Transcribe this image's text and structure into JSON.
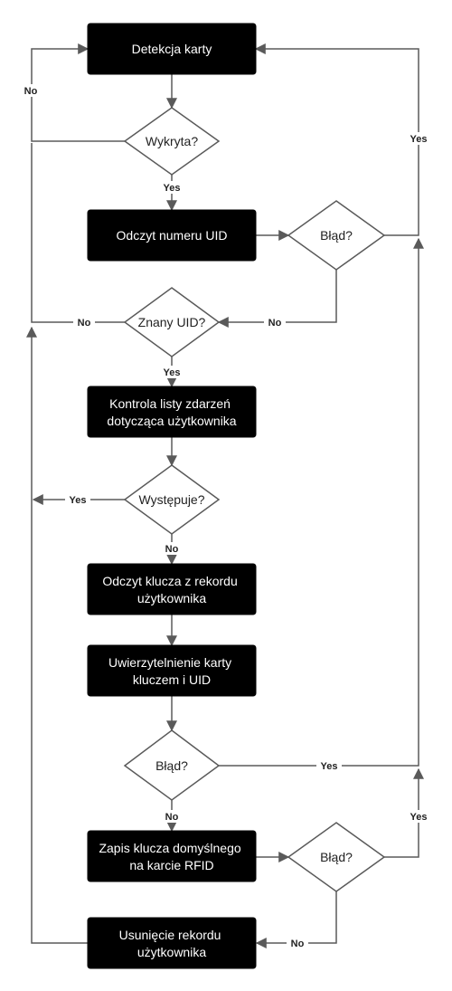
{
  "nodes": {
    "detect_card": {
      "lines": [
        "Detekcja karty"
      ]
    },
    "detected": {
      "lines": [
        "Wykryta?"
      ]
    },
    "read_uid": {
      "lines": [
        "Odczyt numeru UID"
      ]
    },
    "error1": {
      "lines": [
        "Błąd?"
      ]
    },
    "known_uid": {
      "lines": [
        "Znany UID?"
      ]
    },
    "check_events": {
      "lines": [
        "Kontrola listy zdarzeń",
        "dotycząca użytkownika"
      ]
    },
    "occurs": {
      "lines": [
        "Występuje?"
      ]
    },
    "read_key": {
      "lines": [
        "Odczyt klucza z rekordu",
        "użytkownika"
      ]
    },
    "authenticate": {
      "lines": [
        "Uwierzytelnienie karty",
        "kluczem i UID"
      ]
    },
    "error2": {
      "lines": [
        "Błąd?"
      ]
    },
    "write_default_key": {
      "lines": [
        "Zapis klucza domyślnego",
        "na karcie RFID"
      ]
    },
    "error3": {
      "lines": [
        "Błąd?"
      ]
    },
    "delete_record": {
      "lines": [
        "Usunięcie rekordu",
        "użytkownika"
      ]
    }
  },
  "edge_labels": {
    "detected_no": "No",
    "detected_yes": "Yes",
    "error1_yes": "Yes",
    "error1_no": "No",
    "known_no": "No",
    "known_yes": "Yes",
    "occurs_yes": "Yes",
    "occurs_no": "No",
    "error2_yes": "Yes",
    "error2_no": "No",
    "error3_yes": "Yes",
    "error3_no": "No"
  },
  "colors": {
    "process_fill": "#000000",
    "decision_fill": "#ffffff",
    "line": "#5a5a5a"
  }
}
